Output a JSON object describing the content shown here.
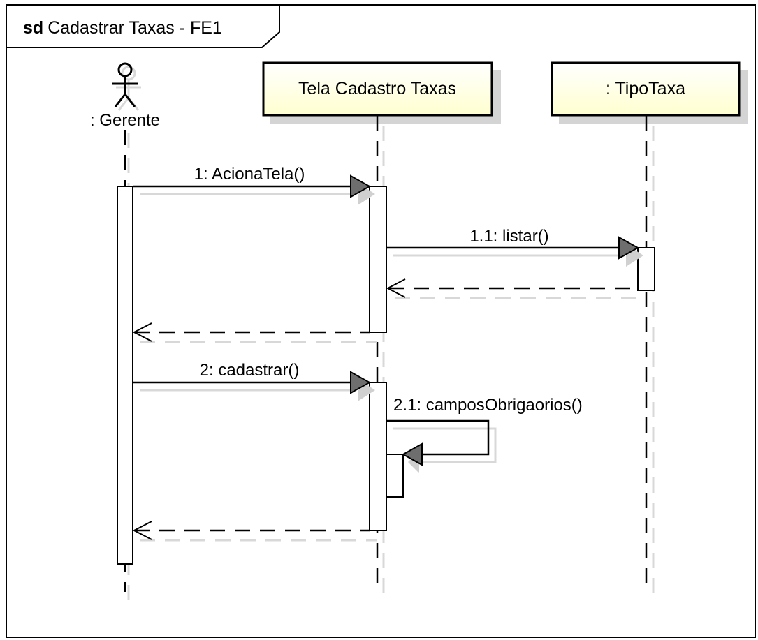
{
  "frame": {
    "keyword": "sd",
    "name": "Cadastrar Taxas - FE1"
  },
  "lifelines": [
    {
      "id": "gerente",
      "label": ": Gerente",
      "kind": "actor"
    },
    {
      "id": "tela",
      "label": "Tela Cadastro Taxas",
      "kind": "object"
    },
    {
      "id": "tipotaxa",
      "label": ": TipoTaxa",
      "kind": "object"
    }
  ],
  "messages": [
    {
      "id": "m1",
      "label": "1: AcionaTela()",
      "from": "gerente",
      "to": "tela",
      "kind": "synchronous"
    },
    {
      "id": "m1-1",
      "label": "1.1: listar()",
      "from": "tela",
      "to": "tipotaxa",
      "kind": "synchronous"
    },
    {
      "id": "r1-1",
      "label": "",
      "from": "tipotaxa",
      "to": "tela",
      "kind": "return"
    },
    {
      "id": "r1",
      "label": "",
      "from": "tela",
      "to": "gerente",
      "kind": "return"
    },
    {
      "id": "m2",
      "label": "2: cadastrar()",
      "from": "gerente",
      "to": "tela",
      "kind": "synchronous"
    },
    {
      "id": "m2-1",
      "label": "2.1: camposObrigaorios()",
      "from": "tela",
      "to": "tela",
      "kind": "self"
    },
    {
      "id": "r2",
      "label": "",
      "from": "tela",
      "to": "gerente",
      "kind": "return"
    }
  ],
  "colors": {
    "object_fill": "#ffffd6",
    "line": "#000000",
    "shadow": "#d0d0d0",
    "arrowhead": "#6e6e6e"
  }
}
